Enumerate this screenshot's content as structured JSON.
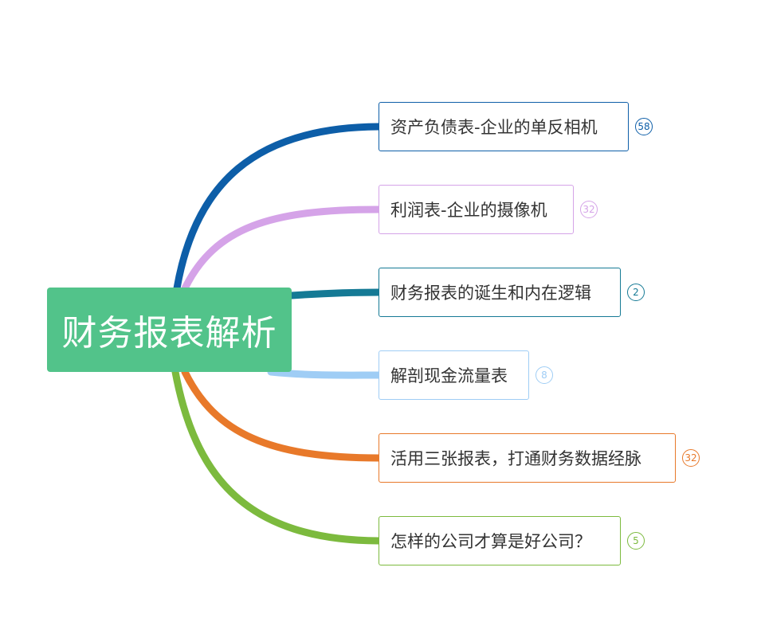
{
  "root": {
    "label": "财务报表解析",
    "color": "#52c38a"
  },
  "branches": [
    {
      "label": "资产负债表-企业的单反相机",
      "count": "58",
      "color": "#0d5ea8"
    },
    {
      "label": "利润表-企业的摄像机",
      "count": "32",
      "color": "#d5a3e8"
    },
    {
      "label": "财务报表的诞生和内在逻辑",
      "count": "2",
      "color": "#157a95"
    },
    {
      "label": "解剖现金流量表",
      "count": "8",
      "color": "#9fcdf5"
    },
    {
      "label": "活用三张报表，打通财务数据经脉",
      "count": "32",
      "color": "#e8792a"
    },
    {
      "label": "怎样的公司才算是好公司？",
      "count": "5",
      "color": "#7cba3e"
    }
  ]
}
